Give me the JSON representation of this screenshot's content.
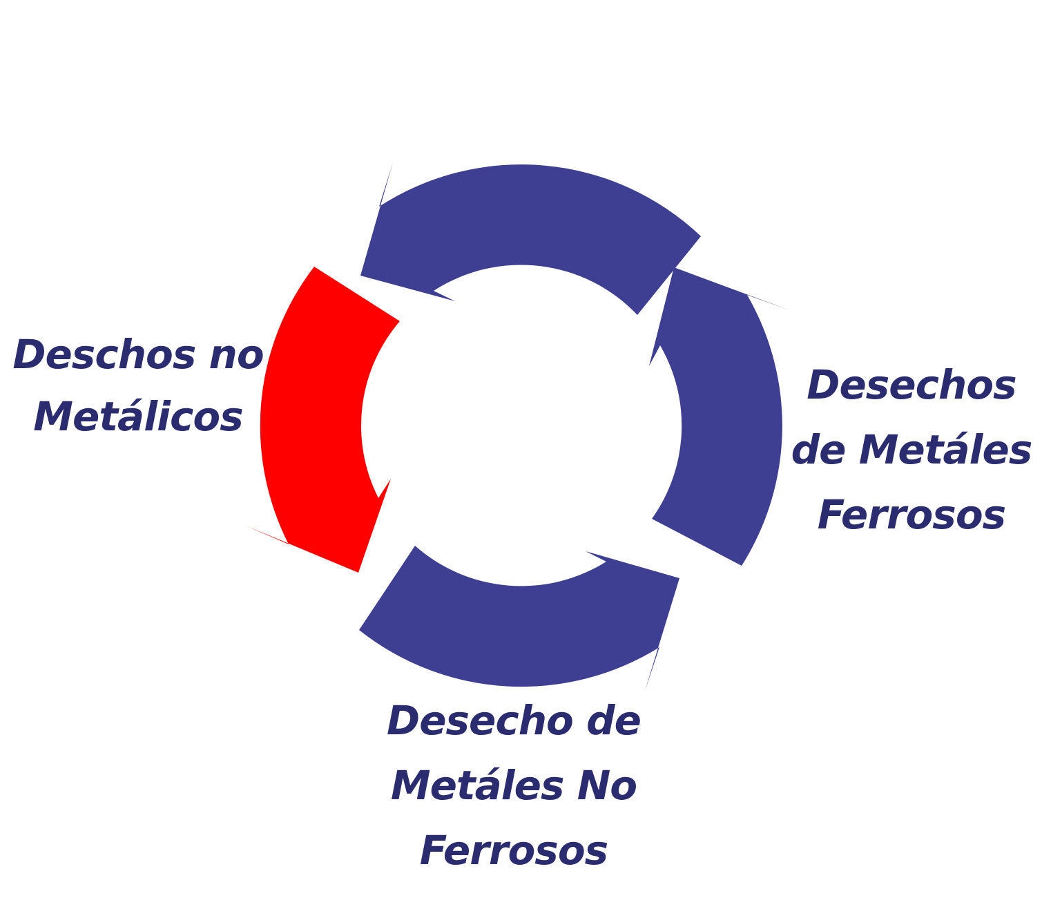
{
  "diagram": {
    "type": "circular-cycle-arrows",
    "labels": {
      "left": {
        "lines": [
          "Deschos no",
          "Metálicos"
        ]
      },
      "right": {
        "lines": [
          "Desechos",
          "de Metáles",
          "Ferrosos"
        ]
      },
      "bottom": {
        "lines": [
          "Desecho de",
          "Metáles No",
          "Ferrosos"
        ]
      }
    },
    "arrows": [
      {
        "id": "top",
        "color_key": "arrow_blue",
        "direction": "counterclockwise-left"
      },
      {
        "id": "right",
        "color_key": "arrow_blue",
        "direction": "counterclockwise-up"
      },
      {
        "id": "bottom",
        "color_key": "arrow_blue",
        "direction": "counterclockwise-right"
      },
      {
        "id": "left",
        "color_key": "arrow_red",
        "direction": "counterclockwise-down"
      }
    ]
  },
  "colors": {
    "arrow_blue": "#3E3E93",
    "arrow_red": "#FF0000",
    "text_navy": "#2B2B70",
    "background": "#FFFFFF"
  }
}
